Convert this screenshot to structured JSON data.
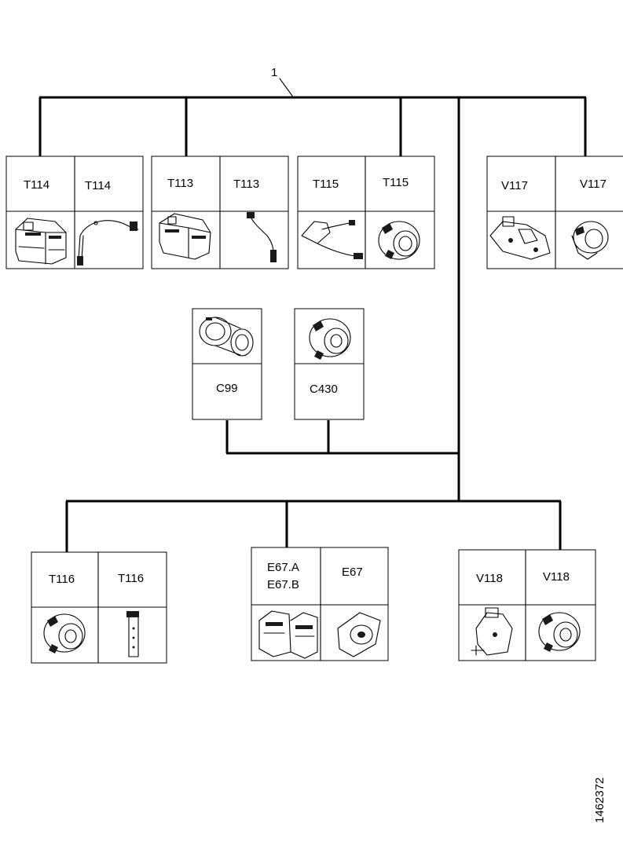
{
  "callout": "1",
  "doc_ref": "1462372",
  "groups": [
    {
      "labels": [
        "T114",
        "T114"
      ]
    },
    {
      "labels": [
        "T113",
        "T113"
      ]
    },
    {
      "labels": [
        "T115",
        "T115"
      ]
    },
    {
      "labels": [
        "V117",
        "V117"
      ]
    },
    {
      "labels": [
        "C99"
      ]
    },
    {
      "labels": [
        "C430"
      ]
    },
    {
      "labels": [
        "T116",
        "T116"
      ]
    },
    {
      "labels": [
        "E67.A",
        "E67.B",
        "E67"
      ]
    },
    {
      "labels": [
        "V118",
        "V118"
      ]
    }
  ]
}
